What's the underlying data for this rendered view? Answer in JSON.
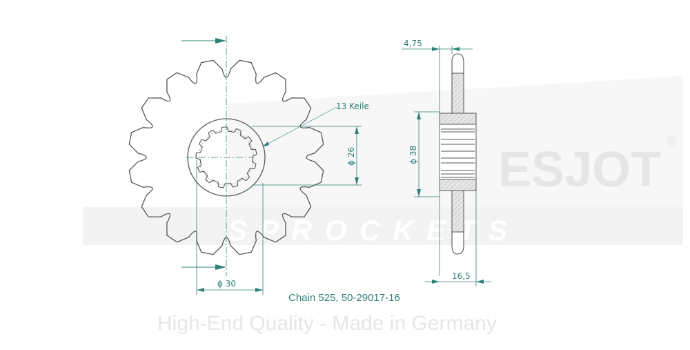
{
  "drawing": {
    "caption": "Chain 525, 50-29017-16",
    "spline_label": "13 Keile",
    "dim_spline_diameter": "ϕ 26",
    "dim_hub_inner_diameter": "ϕ 30",
    "dim_hub_outer_diameter": "ϕ 38",
    "dim_plate_thickness": "4,75",
    "dim_hub_width": "16,5",
    "teeth": 16,
    "splines": 13
  },
  "watermark": {
    "brand": "ESJOT",
    "registered": "®",
    "subtitle": "SPROCKETS",
    "tagline": "High-End Quality - Made in Germany"
  },
  "colors": {
    "line": "#555555",
    "dimension": "#2e8076",
    "watermark": "#ececec"
  }
}
